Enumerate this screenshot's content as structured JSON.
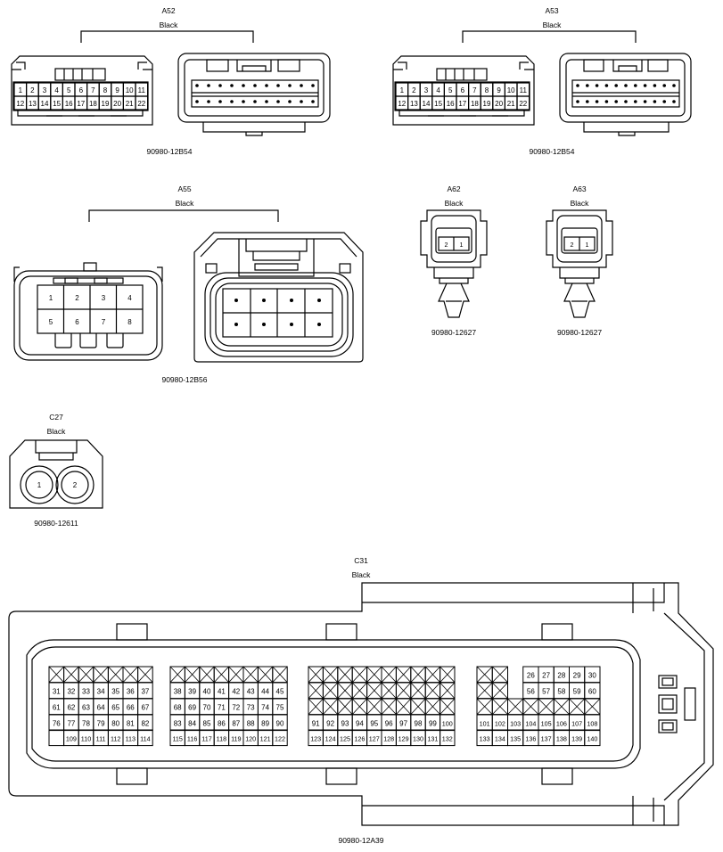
{
  "connectors": {
    "a52": {
      "id": "A52",
      "color": "Black",
      "part": "90980-12B54",
      "pins_top": [
        "1",
        "2",
        "3",
        "4",
        "5",
        "6",
        "7",
        "8",
        "9",
        "10",
        "11"
      ],
      "pins_bottom": [
        "12",
        "13",
        "14",
        "15",
        "16",
        "17",
        "18",
        "19",
        "20",
        "21",
        "22"
      ]
    },
    "a53": {
      "id": "A53",
      "color": "Black",
      "part": "90980-12B54",
      "pins_top": [
        "1",
        "2",
        "3",
        "4",
        "5",
        "6",
        "7",
        "8",
        "9",
        "10",
        "11"
      ],
      "pins_bottom": [
        "12",
        "13",
        "14",
        "15",
        "16",
        "17",
        "18",
        "19",
        "20",
        "21",
        "22"
      ]
    },
    "a55": {
      "id": "A55",
      "color": "Black",
      "part": "90980-12B56",
      "pins_top": [
        "1",
        "2",
        "3",
        "4"
      ],
      "pins_bottom": [
        "5",
        "6",
        "7",
        "8"
      ]
    },
    "a62": {
      "id": "A62",
      "color": "Black",
      "part": "90980-12627",
      "pins": [
        "2",
        "1"
      ]
    },
    "a63": {
      "id": "A63",
      "color": "Black",
      "part": "90980-12627",
      "pins": [
        "2",
        "1"
      ]
    },
    "c27": {
      "id": "C27",
      "color": "Black",
      "part": "90980-12611",
      "pins": [
        "1",
        "2"
      ]
    },
    "c31": {
      "id": "C31",
      "color": "Black",
      "part": "90980-12A39",
      "block1": {
        "row2": [
          "31",
          "32",
          "33",
          "34",
          "35",
          "36",
          "37"
        ],
        "row3": [
          "61",
          "62",
          "63",
          "64",
          "65",
          "66",
          "67"
        ],
        "row4": [
          "76",
          "77",
          "78",
          "79",
          "80",
          "81",
          "82"
        ],
        "row5": [
          "109",
          "110",
          "111",
          "112",
          "113",
          "114"
        ]
      },
      "block2": {
        "row2": [
          "38",
          "39",
          "40",
          "41",
          "42",
          "43",
          "44",
          "45"
        ],
        "row3": [
          "68",
          "69",
          "70",
          "71",
          "72",
          "73",
          "74",
          "75"
        ],
        "row4": [
          "83",
          "84",
          "85",
          "86",
          "87",
          "88",
          "89",
          "90"
        ],
        "row5": [
          "115",
          "116",
          "117",
          "118",
          "119",
          "120",
          "121",
          "122"
        ]
      },
      "block3": {
        "row4": [
          "91",
          "92",
          "93",
          "94",
          "95",
          "96",
          "97",
          "98",
          "99",
          "100"
        ],
        "row5": [
          "123",
          "124",
          "125",
          "126",
          "127",
          "128",
          "129",
          "130",
          "131",
          "132"
        ]
      },
      "block4": {
        "row1": [
          "26",
          "27",
          "28",
          "29",
          "30"
        ],
        "row2": [
          "56",
          "57",
          "58",
          "59",
          "60"
        ],
        "row4": [
          "101",
          "102",
          "103",
          "104",
          "105",
          "106",
          "107",
          "108"
        ],
        "row5": [
          "133",
          "134",
          "135",
          "136",
          "137",
          "138",
          "139",
          "140"
        ]
      }
    }
  }
}
